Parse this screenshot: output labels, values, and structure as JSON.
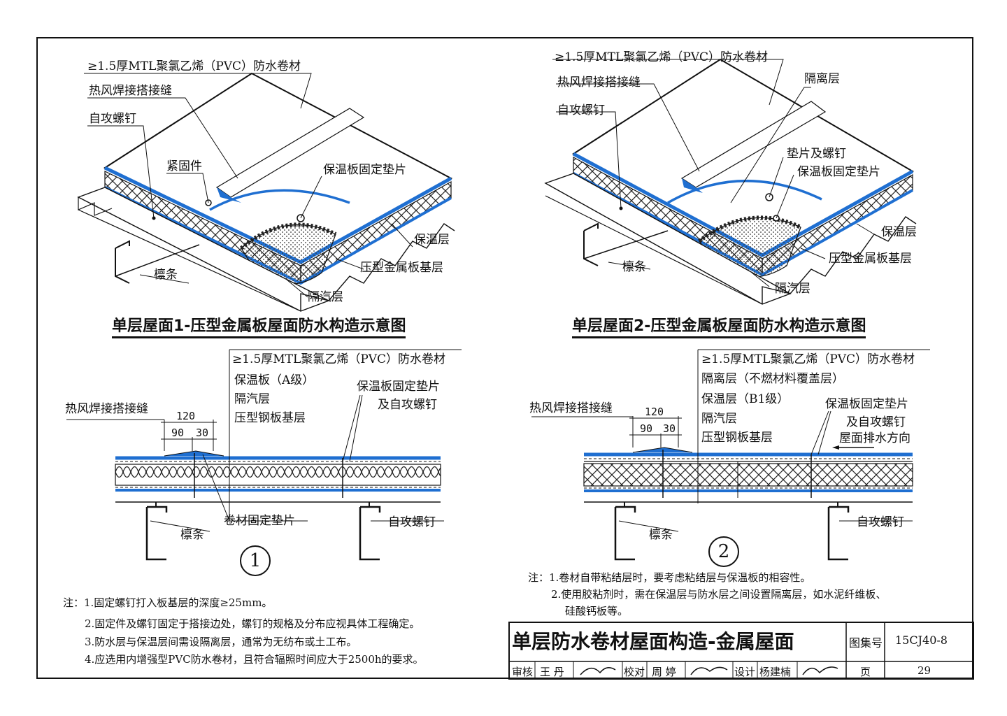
{
  "diagram1": {
    "labels": {
      "membrane": "≥1.5厚MTL聚氯乙烯（PVC）防水卷材",
      "seam": "热风焊接搭接缝",
      "screw": "自攻螺钉",
      "fastener": "紧固件",
      "plate": "保温板固定垫片",
      "insulation": "保温层",
      "deck": "压型金属板基层",
      "purlin": "檩条",
      "vapor": "隔汽层"
    },
    "caption": "单层屋面1-压型金属板屋面防水构造示意图"
  },
  "diagram2": {
    "labels": {
      "membrane": "≥1.5厚MTL聚氯乙烯（PVC）防水卷材",
      "seam": "热风焊接搭接缝",
      "separation": "隔离层",
      "screw": "自攻螺钉",
      "washer": "垫片及螺钉",
      "plate": "保温板固定垫片",
      "insulation": "保温层",
      "deck": "压型金属板基层",
      "purlin": "檩条",
      "vapor": "隔汽层"
    },
    "caption": "单层屋面2-压型金属板屋面防水构造示意图"
  },
  "section1": {
    "layers": [
      "≥1.5厚MTL聚氯乙烯（PVC）防水卷材",
      "保温板（A级）",
      "隔汽层",
      "压型钢板基层"
    ],
    "seam": "热风焊接搭接缝",
    "dims": [
      "120",
      "90",
      "30"
    ],
    "plate": "保温板固定垫片",
    "plate2": "及自攻螺钉",
    "membrane_plate": "卷材固定垫片",
    "purlin": "檩条",
    "screw": "自攻螺钉",
    "number": "1"
  },
  "section2": {
    "layers": [
      "≥1.5厚MTL聚氯乙烯（PVC）防水卷材",
      "隔离层（不燃材料覆盖层）",
      "保温层（B1级）",
      "隔汽层",
      "压型钢板基层"
    ],
    "seam": "热风焊接搭接缝",
    "dims": [
      "120",
      "90",
      "30"
    ],
    "plate": "保温板固定垫片",
    "plate2": "及自攻螺钉",
    "drain": "屋面排水方向",
    "purlin": "檩条",
    "screw": "自攻螺钉",
    "number": "2"
  },
  "notes_left": [
    "注：1.固定螺钉打入板基层的深度≥25mm。",
    "2.固定件及螺钉固定于搭接边处，螺钉的规格及分布应视具体工程确定。",
    "3.防水层与保温层间需设隔离层，通常为无纺布或土工布。",
    "4.应选用内增强型PVC防水卷材，且符合辐照时间应大于2500h的要求。"
  ],
  "notes_right": [
    "注：1.卷材自带粘结层时，要考虑粘结层与保温板的相容性。",
    "2.使用胶粘剂时，需在保温层与防水层之间设置隔离层，如水泥纤维板、",
    "硅酸钙板等。"
  ],
  "title_block": {
    "title": "单层防水卷材屋面构造-金属屋面",
    "atlas_label": "图集号",
    "atlas_no": "15CJ40-8",
    "review": "审核",
    "reviewer": "王 丹",
    "check": "校对",
    "checker": "周 婷",
    "design": "设计",
    "designer": "杨建楠",
    "page_label": "页",
    "page_no": "29"
  },
  "colors": {
    "membrane": "#1f6fd1",
    "line": "#111111"
  }
}
